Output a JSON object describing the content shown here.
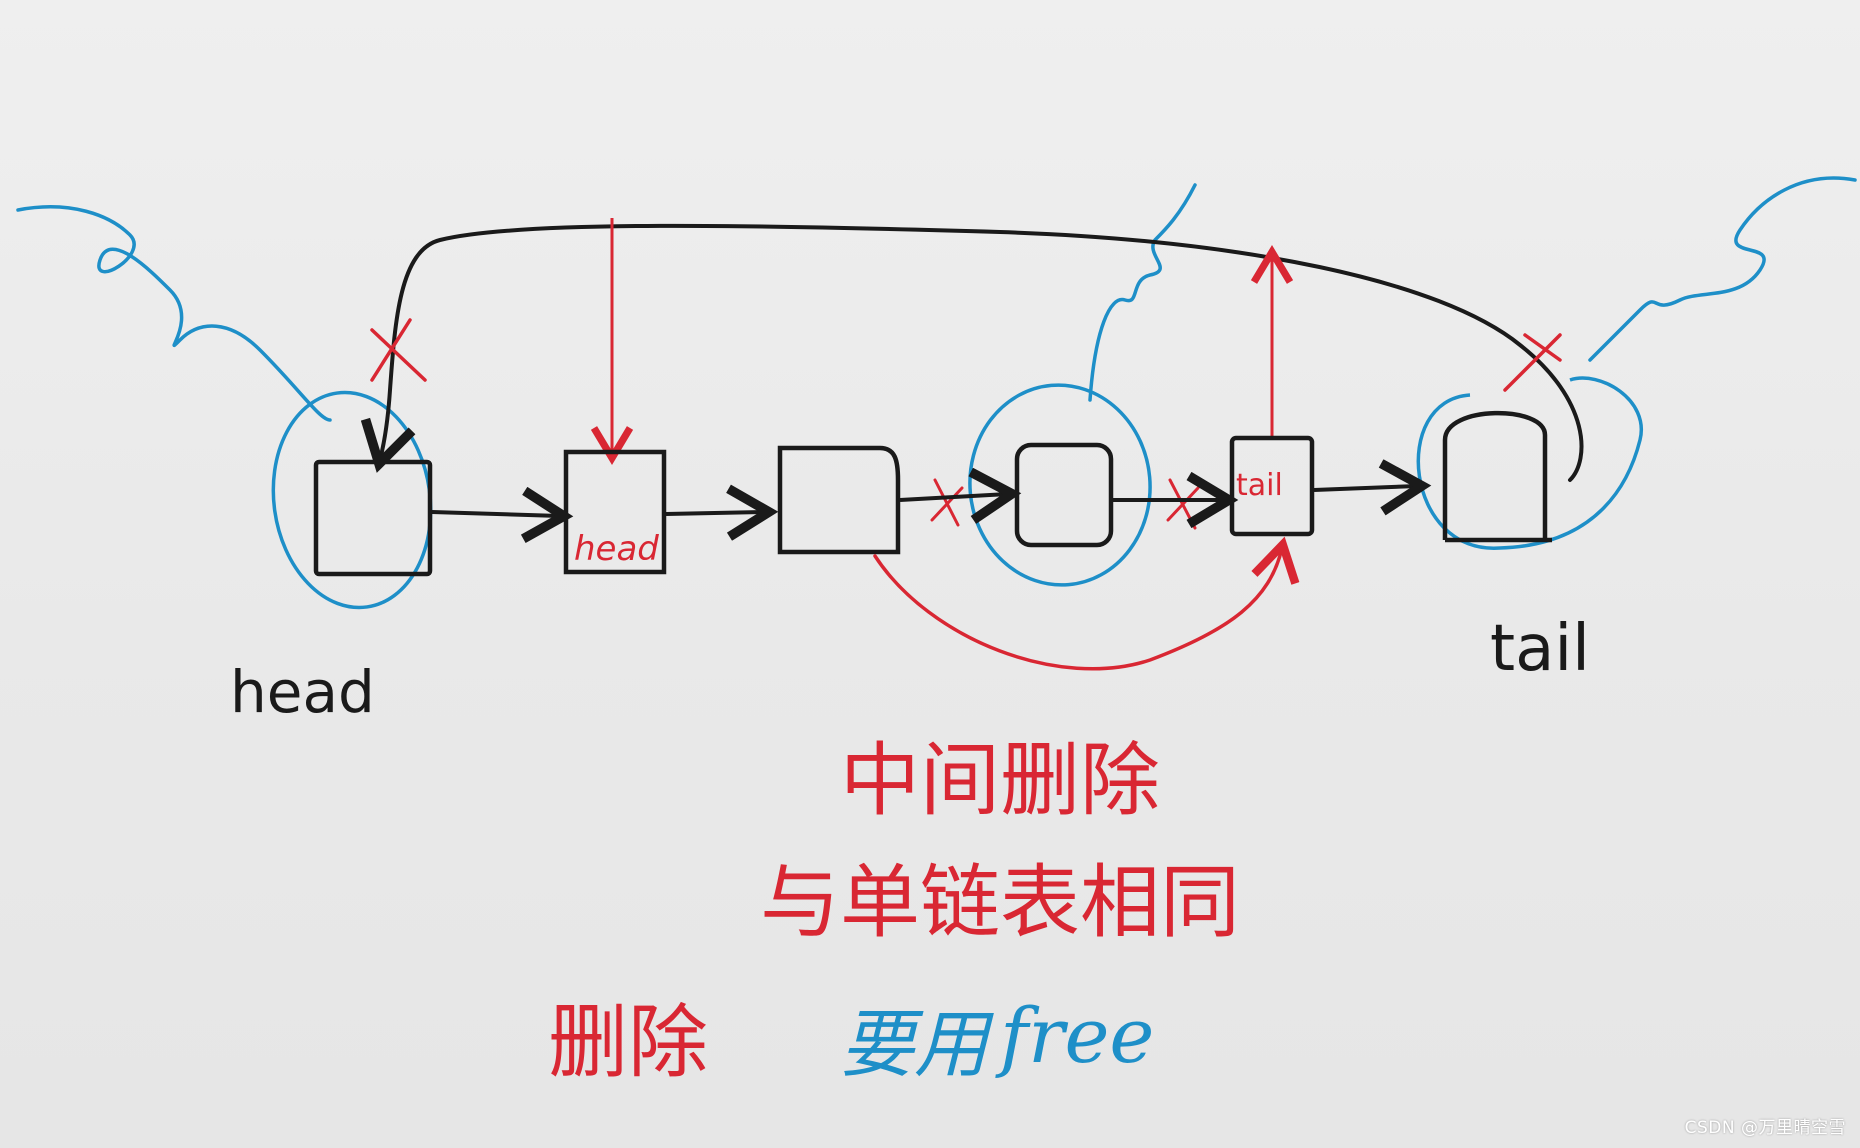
{
  "labels": {
    "head_left": "head",
    "head_in_box": "head",
    "tail_in_box": "tail",
    "tail_right": "tail"
  },
  "notes": {
    "line1": "中间删除",
    "line2": "与单链表相同",
    "line3_red": "删除",
    "line3_blue_cn": "要用",
    "line3_blue_en": "free"
  },
  "watermark": "CSDN @万里晴空雪",
  "colors": {
    "ink_black": "#1a1a1a",
    "ink_red": "#d92733",
    "ink_blue": "#1e8fc8"
  }
}
